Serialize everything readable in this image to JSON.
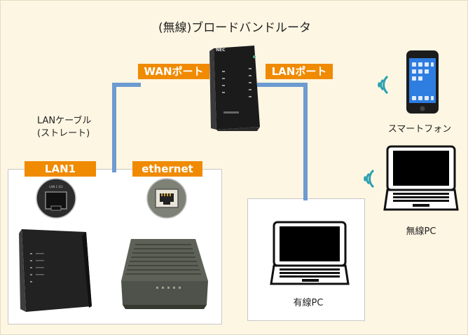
{
  "title": "(無線)ブロードバンドルータ",
  "router": {
    "brand": "NEC",
    "wan_port_label": "WANポート",
    "lan_port_label": "LANポート"
  },
  "cable_label": {
    "line1": "LANケーブル",
    "line2": "(ストレート)"
  },
  "left_box": {
    "lan1_label": "LAN1",
    "ethernet_label": "ethernet",
    "port_closeup_text": "LAN 1 (G)"
  },
  "devices": {
    "wired_pc": "有線PC",
    "smartphone": "スマートフォン",
    "wireless_pc": "無線PC"
  },
  "colors": {
    "tag": "#f08a00",
    "cable": "#6d9bd1",
    "wifi": "#2aa0b0",
    "background": "#fdf6e3"
  }
}
